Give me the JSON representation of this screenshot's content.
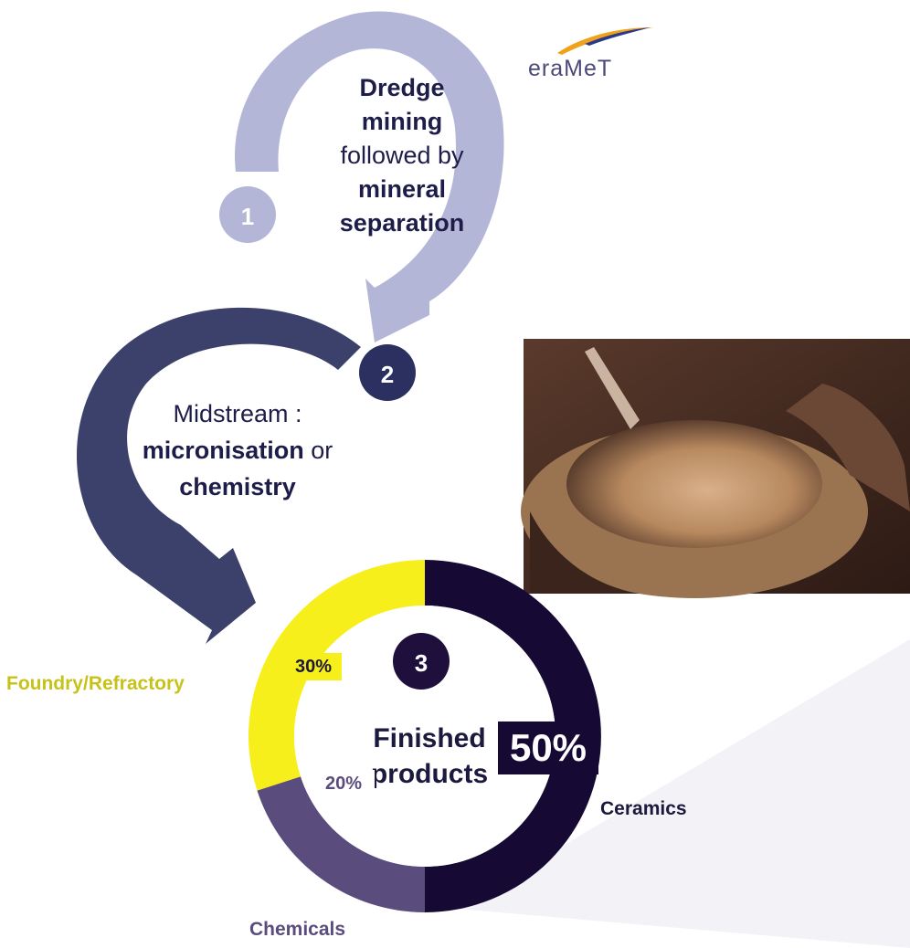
{
  "logo": {
    "text": "eraMeT"
  },
  "step1": {
    "number": "1",
    "line1": "Dredge",
    "line2": "mining",
    "line3": "followed by",
    "line4": "mineral",
    "line5": "separation"
  },
  "step2": {
    "number": "2",
    "line1": "Midstream :",
    "line2_bold": "micronisation",
    "line2_rest": " or",
    "line3": "chemistry"
  },
  "step3": {
    "number": "3",
    "line1": "Finished",
    "line2": "products"
  },
  "chart_data": {
    "type": "pie",
    "title": "",
    "categories": [
      "Ceramics",
      "Chemicals",
      "Foundry/Refractory"
    ],
    "values": [
      50,
      20,
      30
    ],
    "value_labels": [
      "50%",
      "20%",
      "30%"
    ],
    "colors": [
      "#160a35",
      "#5b4c7e",
      "#f7ef1b"
    ]
  },
  "colors": {
    "arrow1": "#b4b6d8",
    "arrow2": "#3b416b",
    "background_panel": "#f3f2f7"
  }
}
